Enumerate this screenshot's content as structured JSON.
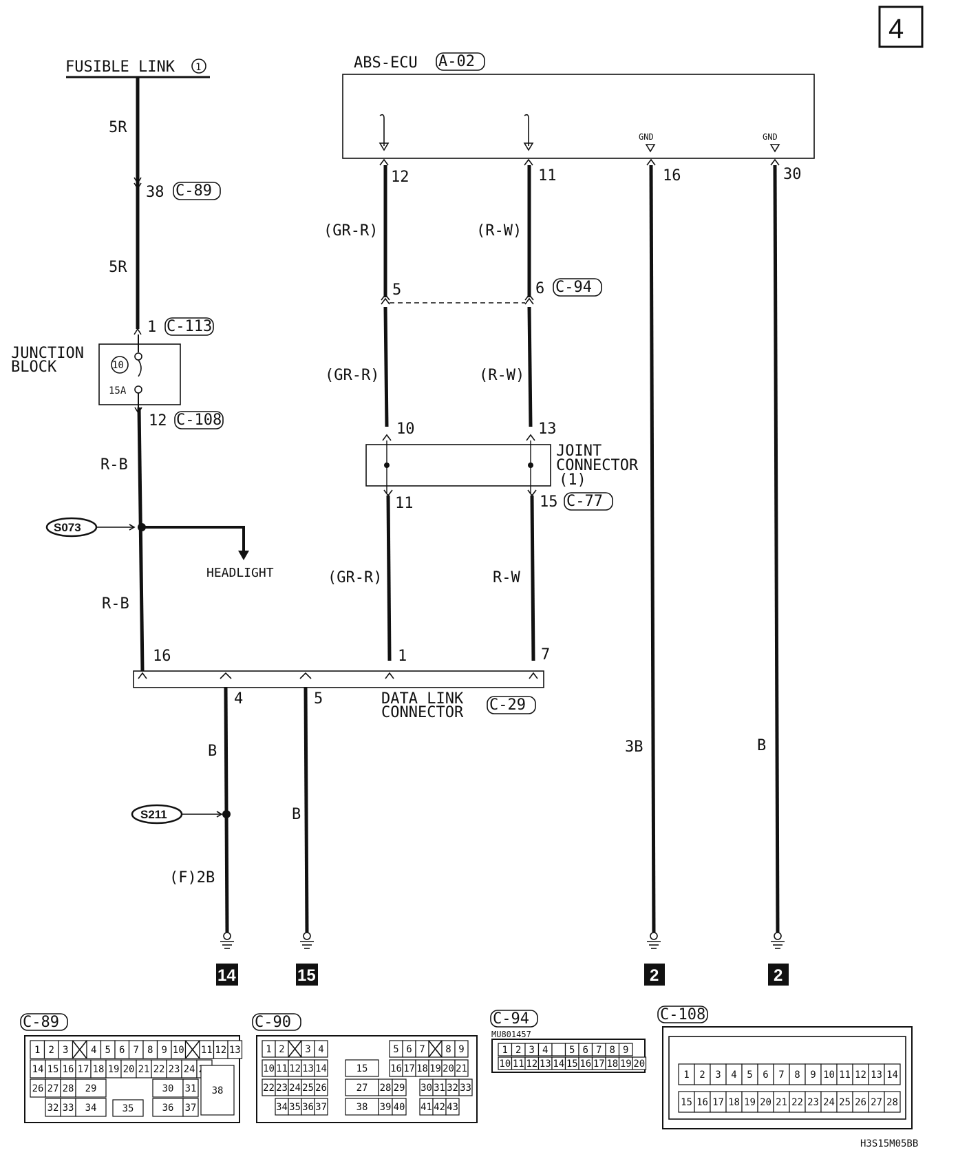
{
  "page_number": "4",
  "fusible_link": {
    "label": "FUSIBLE LINK",
    "num": "1"
  },
  "abs_ecu": {
    "label": "ABS-ECU",
    "code": "A-02",
    "gnd1": "GND",
    "gnd2": "GND"
  },
  "left_wire": {
    "top_color": "5R",
    "c89_pin": "38",
    "c89_code": "C-89",
    "mid_color": "5R",
    "c113_pin": "1",
    "c113_code": "C-113",
    "junction_label_1": "JUNCTION",
    "junction_label_2": "BLOCK",
    "fuse_num": "10",
    "fuse_amp": "15A",
    "c108_pin": "12",
    "c108_code": "C-108",
    "color_rb_1": "R-B",
    "splice": "S073",
    "headlight": "HEADLIGHT",
    "color_rb_2": "R-B",
    "dlc_pin": "16"
  },
  "ecu_pins": {
    "p12": "12",
    "p11": "11",
    "p16": "16",
    "p30": "30"
  },
  "mid_wires": {
    "grr_1": "(GR-R)",
    "rw_1": "(R-W)",
    "c94_pin5": "5",
    "c94_pin6": "6",
    "c94_code": "C-94",
    "grr_2": "(GR-R)",
    "rw_2": "(R-W)",
    "jc_pin10": "10",
    "jc_pin13": "13",
    "jc_label_1": "JOINT",
    "jc_label_2": "CONNECTOR",
    "jc_label_3": "(1)",
    "jc_pin11": "11",
    "jc_pin15": "15",
    "c77_code": "C-77",
    "grr_3": "(GR-R)",
    "rw_3": "R-W",
    "dlc_pin1": "1",
    "dlc_pin7": "7"
  },
  "dlc": {
    "label_1": "DATA LINK",
    "label_2": "CONNECTOR",
    "code": "C-29",
    "pin4": "4",
    "pin5": "5"
  },
  "lower_wires": {
    "b_1": "B",
    "splice": "S211",
    "f2b": "(F)2B",
    "b_2": "B",
    "b3": "3B",
    "b_4": "B"
  },
  "grounds": [
    "14",
    "15",
    "2",
    "2"
  ],
  "connectors": {
    "c89": {
      "code": "C-89",
      "row1": [
        "1",
        "2",
        "3",
        "X",
        "4",
        "5",
        "6",
        "7",
        "8",
        "9",
        "10",
        "X",
        "11",
        "12",
        "13"
      ],
      "row2": [
        "14",
        "15",
        "16",
        "17",
        "18",
        "19",
        "20",
        "21",
        "22",
        "23",
        "24",
        "25"
      ],
      "row3": [
        "26",
        "27",
        "28",
        "29",
        "30",
        "31"
      ],
      "row4": [
        "32",
        "33",
        "34",
        "35",
        "36",
        "37"
      ],
      "big": "38"
    },
    "c90": {
      "code": "C-90",
      "row1": [
        "1",
        "2",
        "X",
        "3",
        "4",
        "5",
        "6",
        "7",
        "X",
        "8",
        "9"
      ],
      "row2": [
        "10",
        "11",
        "12",
        "13",
        "14",
        "15",
        "16",
        "17",
        "18",
        "19",
        "20",
        "21"
      ],
      "row3": [
        "22",
        "23",
        "24",
        "25",
        "26",
        "27",
        "28",
        "29",
        "30",
        "31",
        "32",
        "33"
      ],
      "row4": [
        "34",
        "35",
        "36",
        "37",
        "38",
        "39",
        "40",
        "41",
        "42",
        "43"
      ]
    },
    "c94": {
      "code": "C-94",
      "part": "MU801457",
      "row1": [
        "1",
        "2",
        "3",
        "4",
        "",
        "5",
        "6",
        "7",
        "8",
        "9"
      ],
      "row2": [
        "10",
        "11",
        "12",
        "13",
        "14",
        "15",
        "16",
        "17",
        "18",
        "19",
        "20"
      ]
    },
    "c108": {
      "code": "C-108",
      "row1": [
        "1",
        "2",
        "3",
        "4",
        "5",
        "6",
        "7",
        "8",
        "9",
        "10",
        "11",
        "12",
        "13",
        "14"
      ],
      "row2": [
        "15",
        "16",
        "17",
        "18",
        "19",
        "20",
        "21",
        "22",
        "23",
        "24",
        "25",
        "26",
        "27",
        "28"
      ]
    }
  },
  "doc_code": "H3S15M05BB"
}
